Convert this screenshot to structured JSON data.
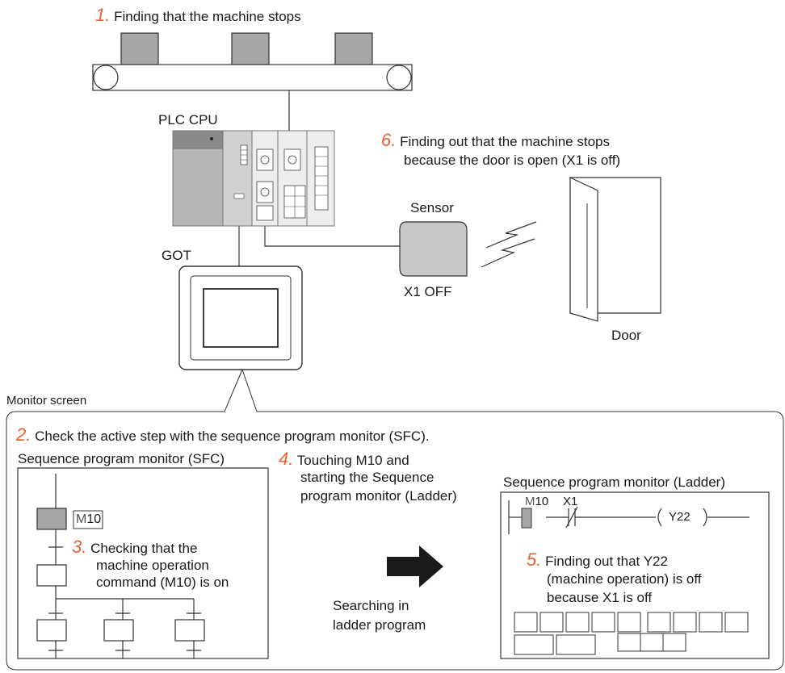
{
  "steps": [
    {
      "num": "1.",
      "text": "Finding that the machine stops"
    },
    {
      "num": "2.",
      "text": "Check the active step with the sequence program monitor (SFC)."
    },
    {
      "num": "3.",
      "lines": [
        "Checking that the",
        "machine operation",
        "command (M10) is on"
      ]
    },
    {
      "num": "4.",
      "lines": [
        "Touching M10 and",
        "starting the Sequence",
        "program monitor (Ladder)"
      ]
    },
    {
      "num": "5.",
      "lines": [
        "Finding out that Y22",
        "(machine operation) is off",
        "because X1 is off"
      ]
    },
    {
      "num": "6.",
      "lines": [
        "Finding out that the machine stops",
        "because the door is open (X1 is off)"
      ]
    }
  ],
  "labels": {
    "plc_cpu": "PLC CPU",
    "got": "GOT",
    "sensor": "Sensor",
    "x1_off": "X1 OFF",
    "door": "Door",
    "monitor_screen": "Monitor screen",
    "sfc_title": "Sequence program monitor (SFC)",
    "ladder_title": "Sequence program monitor (Ladder)",
    "searching": [
      "Searching in",
      "ladder program"
    ]
  },
  "sfc": {
    "m10_prefix": "M",
    "m10_number": "10"
  },
  "ladder": {
    "m10_prefix": "M",
    "m10_number": "10",
    "x1": "X1",
    "coil": "Y22"
  },
  "colors": {
    "step_number": "#e8602c",
    "box_fill": "#a6a6a6",
    "sensor_fill": "#c8c8c8",
    "arrow": "#1a1a1a",
    "got_screen": "#2b2b2b"
  }
}
